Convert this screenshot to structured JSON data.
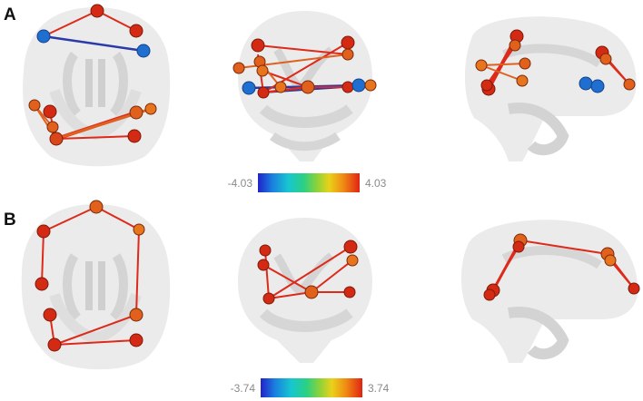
{
  "panels": [
    {
      "label": "A",
      "colorbar": {
        "min": "-4.03",
        "max": "4.03"
      }
    },
    {
      "label": "B",
      "colorbar": {
        "min": "-3.74",
        "max": "3.74"
      }
    }
  ],
  "colors": {
    "node_positive": "#d42a14",
    "node_mid": "#e0601c",
    "node_high": "#e8741e",
    "node_negative": "#1f6fd1",
    "edge_positive": "#dd2a1a",
    "edge_negative": "#2a3aa8",
    "brain_fill": "#e9e9e9",
    "brain_inner": "#d3d3d3",
    "colorbar_stops": [
      "#2222c8",
      "#1a7fe0",
      "#17c6d0",
      "#2bd084",
      "#8bd23a",
      "#e9d21a",
      "#f08a14",
      "#e02414"
    ]
  }
}
